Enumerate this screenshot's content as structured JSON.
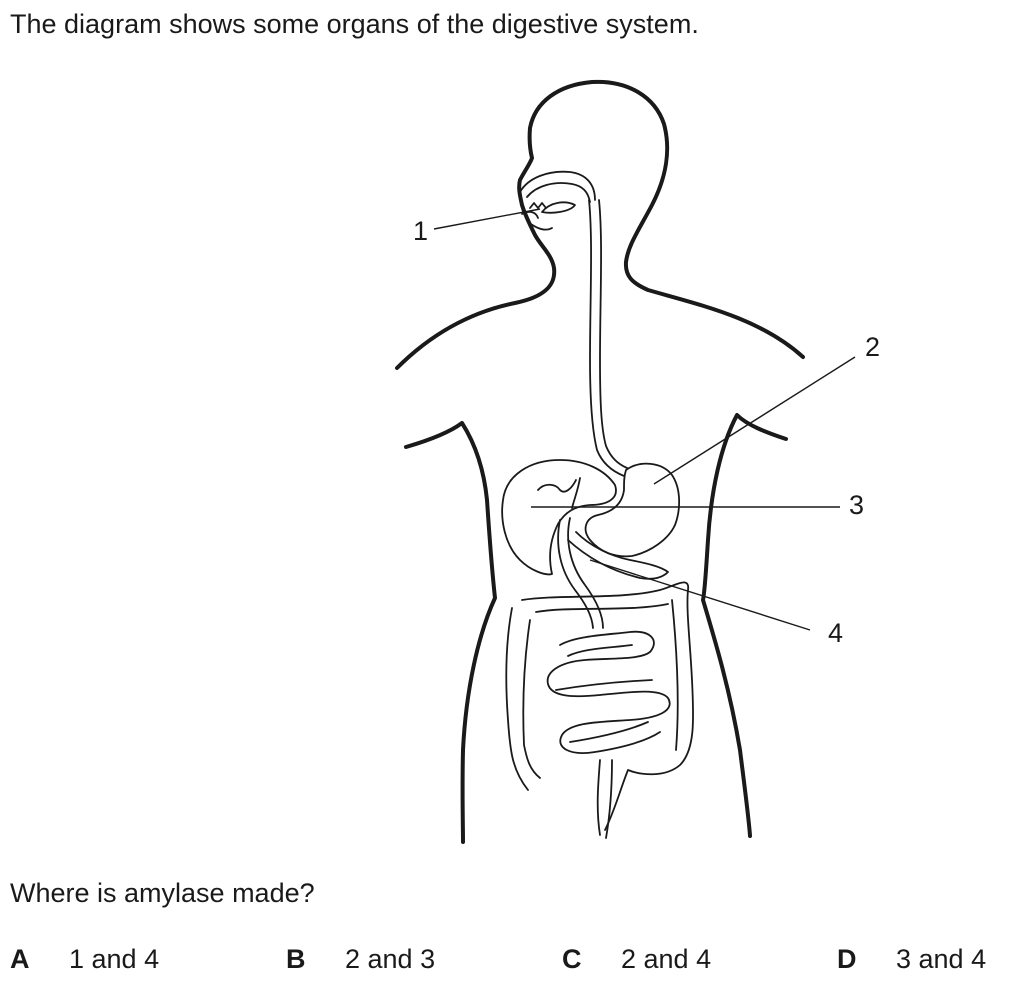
{
  "intro": "The diagram shows some organs of the digestive system.",
  "diagram": {
    "labels": [
      "1",
      "2",
      "3",
      "4"
    ]
  },
  "question": "Where is amylase made?",
  "options": [
    {
      "letter": "A",
      "text": "1 and 4"
    },
    {
      "letter": "B",
      "text": "2 and 3"
    },
    {
      "letter": "C",
      "text": "2 and 4"
    },
    {
      "letter": "D",
      "text": "3 and 4"
    }
  ]
}
